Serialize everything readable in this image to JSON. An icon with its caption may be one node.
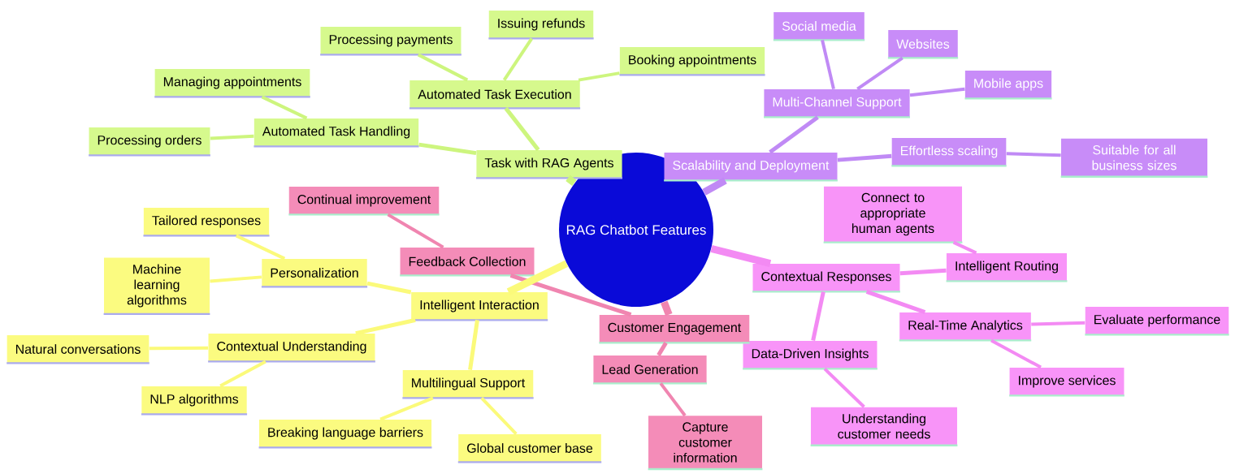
{
  "diagram": {
    "nodes": [
      {
        "text": [
          "RAG Chatbot Features"
        ]
      },
      {
        "text": [
          "Task with RAG Agents"
        ]
      },
      {
        "text": [
          "Automated Task Execution"
        ]
      },
      {
        "text": [
          "Processing payments"
        ]
      },
      {
        "text": [
          "Issuing refunds"
        ]
      },
      {
        "text": [
          "Booking appointments"
        ]
      },
      {
        "text": [
          "Automated Task Handling"
        ]
      },
      {
        "text": [
          "Managing appointments"
        ]
      },
      {
        "text": [
          "Processing orders"
        ]
      },
      {
        "text": [
          "Scalability and Deployment"
        ]
      },
      {
        "text": [
          "Multi-Channel Support"
        ]
      },
      {
        "text": [
          "Social media"
        ]
      },
      {
        "text": [
          "Websites"
        ]
      },
      {
        "text": [
          "Mobile apps"
        ]
      },
      {
        "text": [
          "Effortless scaling"
        ]
      },
      {
        "text": [
          "Suitable for all business sizes"
        ]
      },
      {
        "text": [
          "Contextual Responses"
        ]
      },
      {
        "text": [
          "Intelligent Routing"
        ]
      },
      {
        "text": [
          "Connect to appropriate human agents"
        ]
      },
      {
        "text": [
          "Real-Time Analytics"
        ]
      },
      {
        "text": [
          "Evaluate performance"
        ]
      },
      {
        "text": [
          "Improve services"
        ]
      },
      {
        "text": [
          "Data-Driven Insights"
        ]
      },
      {
        "text": [
          "Understanding customer needs"
        ]
      },
      {
        "text": [
          "Customer Engagement"
        ]
      },
      {
        "text": [
          "Feedback Collection"
        ]
      },
      {
        "text": [
          "Continual improvement"
        ]
      },
      {
        "text": [
          "Lead Generation"
        ]
      },
      {
        "text": [
          "Capture customer information"
        ]
      },
      {
        "text": [
          "Intelligent Interaction"
        ]
      },
      {
        "text": [
          "Personalization"
        ]
      },
      {
        "text": [
          "Tailored responses"
        ]
      },
      {
        "text": [
          "Machine learning algorithms"
        ]
      },
      {
        "text": [
          "Contextual Understanding"
        ]
      },
      {
        "text": [
          "Natural conversations"
        ]
      },
      {
        "text": [
          "NLP algorithms"
        ]
      },
      {
        "text": [
          "Multilingual Support"
        ]
      },
      {
        "text": [
          "Breaking language barriers"
        ]
      },
      {
        "text": [
          "Global customer base"
        ]
      }
    ],
    "edges": [
      {
        "from": 0,
        "to": 1,
        "arrow": "none",
        "style": "thick",
        "color": "#cdf57e"
      },
      {
        "from": 1,
        "to": 2,
        "arrow": "none",
        "color": "#cdf57e"
      },
      {
        "from": 2,
        "to": 3,
        "arrow": "none",
        "color": "#cdf57e"
      },
      {
        "from": 2,
        "to": 4,
        "arrow": "none",
        "color": "#cdf57e"
      },
      {
        "from": 2,
        "to": 5,
        "arrow": "none",
        "color": "#cdf57e"
      },
      {
        "from": 1,
        "to": 6,
        "arrow": "none",
        "color": "#cdf57e"
      },
      {
        "from": 6,
        "to": 7,
        "arrow": "none",
        "color": "#cdf57e"
      },
      {
        "from": 6,
        "to": 8,
        "arrow": "none",
        "color": "#cdf57e"
      },
      {
        "from": 0,
        "to": 9,
        "arrow": "none",
        "style": "thick",
        "color": "#c08af5"
      },
      {
        "from": 9,
        "to": 10,
        "arrow": "none",
        "color": "#c08af5"
      },
      {
        "from": 10,
        "to": 11,
        "arrow": "none",
        "color": "#c08af5"
      },
      {
        "from": 10,
        "to": 12,
        "arrow": "none",
        "color": "#c08af5"
      },
      {
        "from": 10,
        "to": 13,
        "arrow": "none",
        "color": "#c08af5"
      },
      {
        "from": 9,
        "to": 14,
        "arrow": "none",
        "color": "#c08af5"
      },
      {
        "from": 14,
        "to": 15,
        "arrow": "none",
        "color": "#c08af5"
      },
      {
        "from": 0,
        "to": 16,
        "arrow": "none",
        "style": "thick",
        "color": "#f38af3"
      },
      {
        "from": 16,
        "to": 17,
        "arrow": "none",
        "color": "#f38af3"
      },
      {
        "from": 17,
        "to": 18,
        "arrow": "none",
        "color": "#f38af3"
      },
      {
        "from": 16,
        "to": 19,
        "arrow": "none",
        "color": "#f38af3"
      },
      {
        "from": 19,
        "to": 20,
        "arrow": "none",
        "color": "#f38af3"
      },
      {
        "from": 19,
        "to": 21,
        "arrow": "none",
        "color": "#f38af3"
      },
      {
        "from": 16,
        "to": 22,
        "arrow": "none",
        "color": "#f38af3"
      },
      {
        "from": 22,
        "to": 23,
        "arrow": "none",
        "color": "#f38af3"
      },
      {
        "from": 0,
        "to": 24,
        "arrow": "none",
        "style": "thick",
        "color": "#f085b0"
      },
      {
        "from": 24,
        "to": 25,
        "arrow": "none",
        "color": "#f085b0"
      },
      {
        "from": 25,
        "to": 26,
        "arrow": "none",
        "color": "#f085b0"
      },
      {
        "from": 24,
        "to": 27,
        "arrow": "none",
        "color": "#f085b0"
      },
      {
        "from": 27,
        "to": 28,
        "arrow": "none",
        "color": "#f085b0"
      },
      {
        "from": 0,
        "to": 29,
        "arrow": "none",
        "style": "thick",
        "color": "#fbfa7a"
      },
      {
        "from": 29,
        "to": 30,
        "arrow": "none",
        "color": "#fbfa7a"
      },
      {
        "from": 30,
        "to": 31,
        "arrow": "none",
        "color": "#fbfa7a"
      },
      {
        "from": 30,
        "to": 32,
        "arrow": "none",
        "color": "#fbfa7a"
      },
      {
        "from": 29,
        "to": 33,
        "arrow": "none",
        "color": "#fbfa7a"
      },
      {
        "from": 33,
        "to": 34,
        "arrow": "none",
        "color": "#fbfa7a"
      },
      {
        "from": 33,
        "to": 35,
        "arrow": "none",
        "color": "#fbfa7a"
      },
      {
        "from": 29,
        "to": 36,
        "arrow": "none",
        "color": "#fbfa7a"
      },
      {
        "from": 36,
        "to": 37,
        "arrow": "none",
        "color": "#fbfa7a"
      },
      {
        "from": 36,
        "to": 38,
        "arrow": "none",
        "color": "#fbfa7a"
      }
    ]
  }
}
